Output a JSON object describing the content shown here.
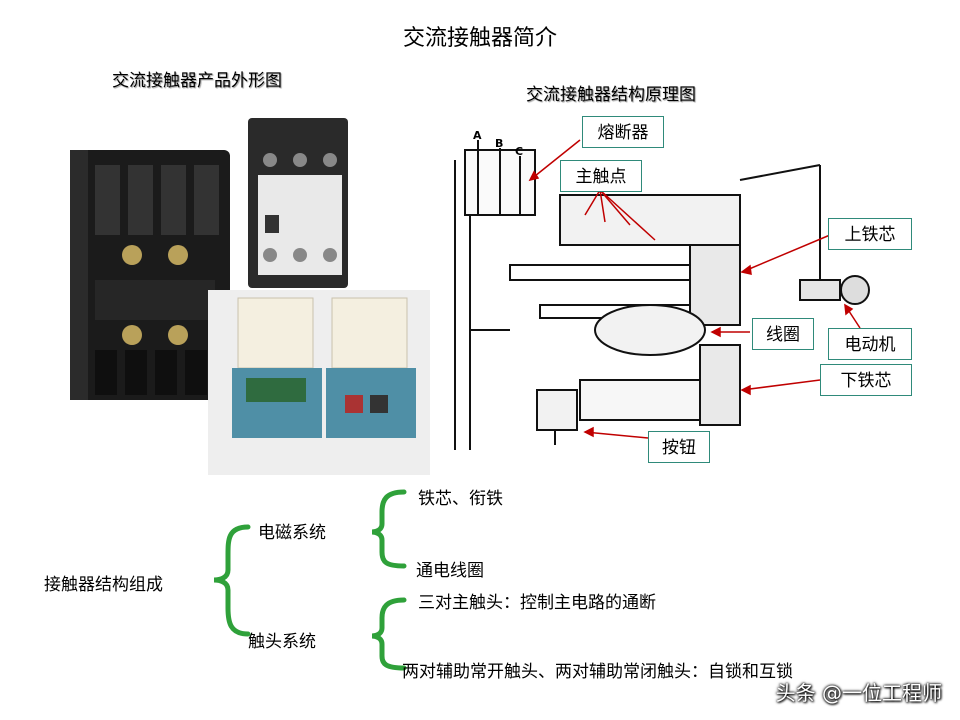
{
  "title": "交流接触器简介",
  "photo_section": {
    "heading": "交流接触器产品外形图"
  },
  "diagram_section": {
    "heading": "交流接触器结构原理图",
    "phase_labels": [
      "A",
      "B",
      "C"
    ],
    "callouts": {
      "fuse": "熔断器",
      "main_contact": "主触点",
      "upper_core": "上铁芯",
      "coil": "线圈",
      "motor": "电动机",
      "lower_core": "下铁芯",
      "button": "按钮"
    }
  },
  "structure": {
    "root": "接触器结构组成",
    "electromagnetic": {
      "label": "电磁系统",
      "items": [
        "铁芯、衔铁",
        "通电线圈"
      ]
    },
    "contact": {
      "label": "触头系统",
      "items": [
        "三对主触头：控制主电路的通断",
        "两对辅助常开触头、两对辅助常闭触头：自锁和互锁"
      ]
    }
  },
  "watermark": "头条 @一位工程师"
}
